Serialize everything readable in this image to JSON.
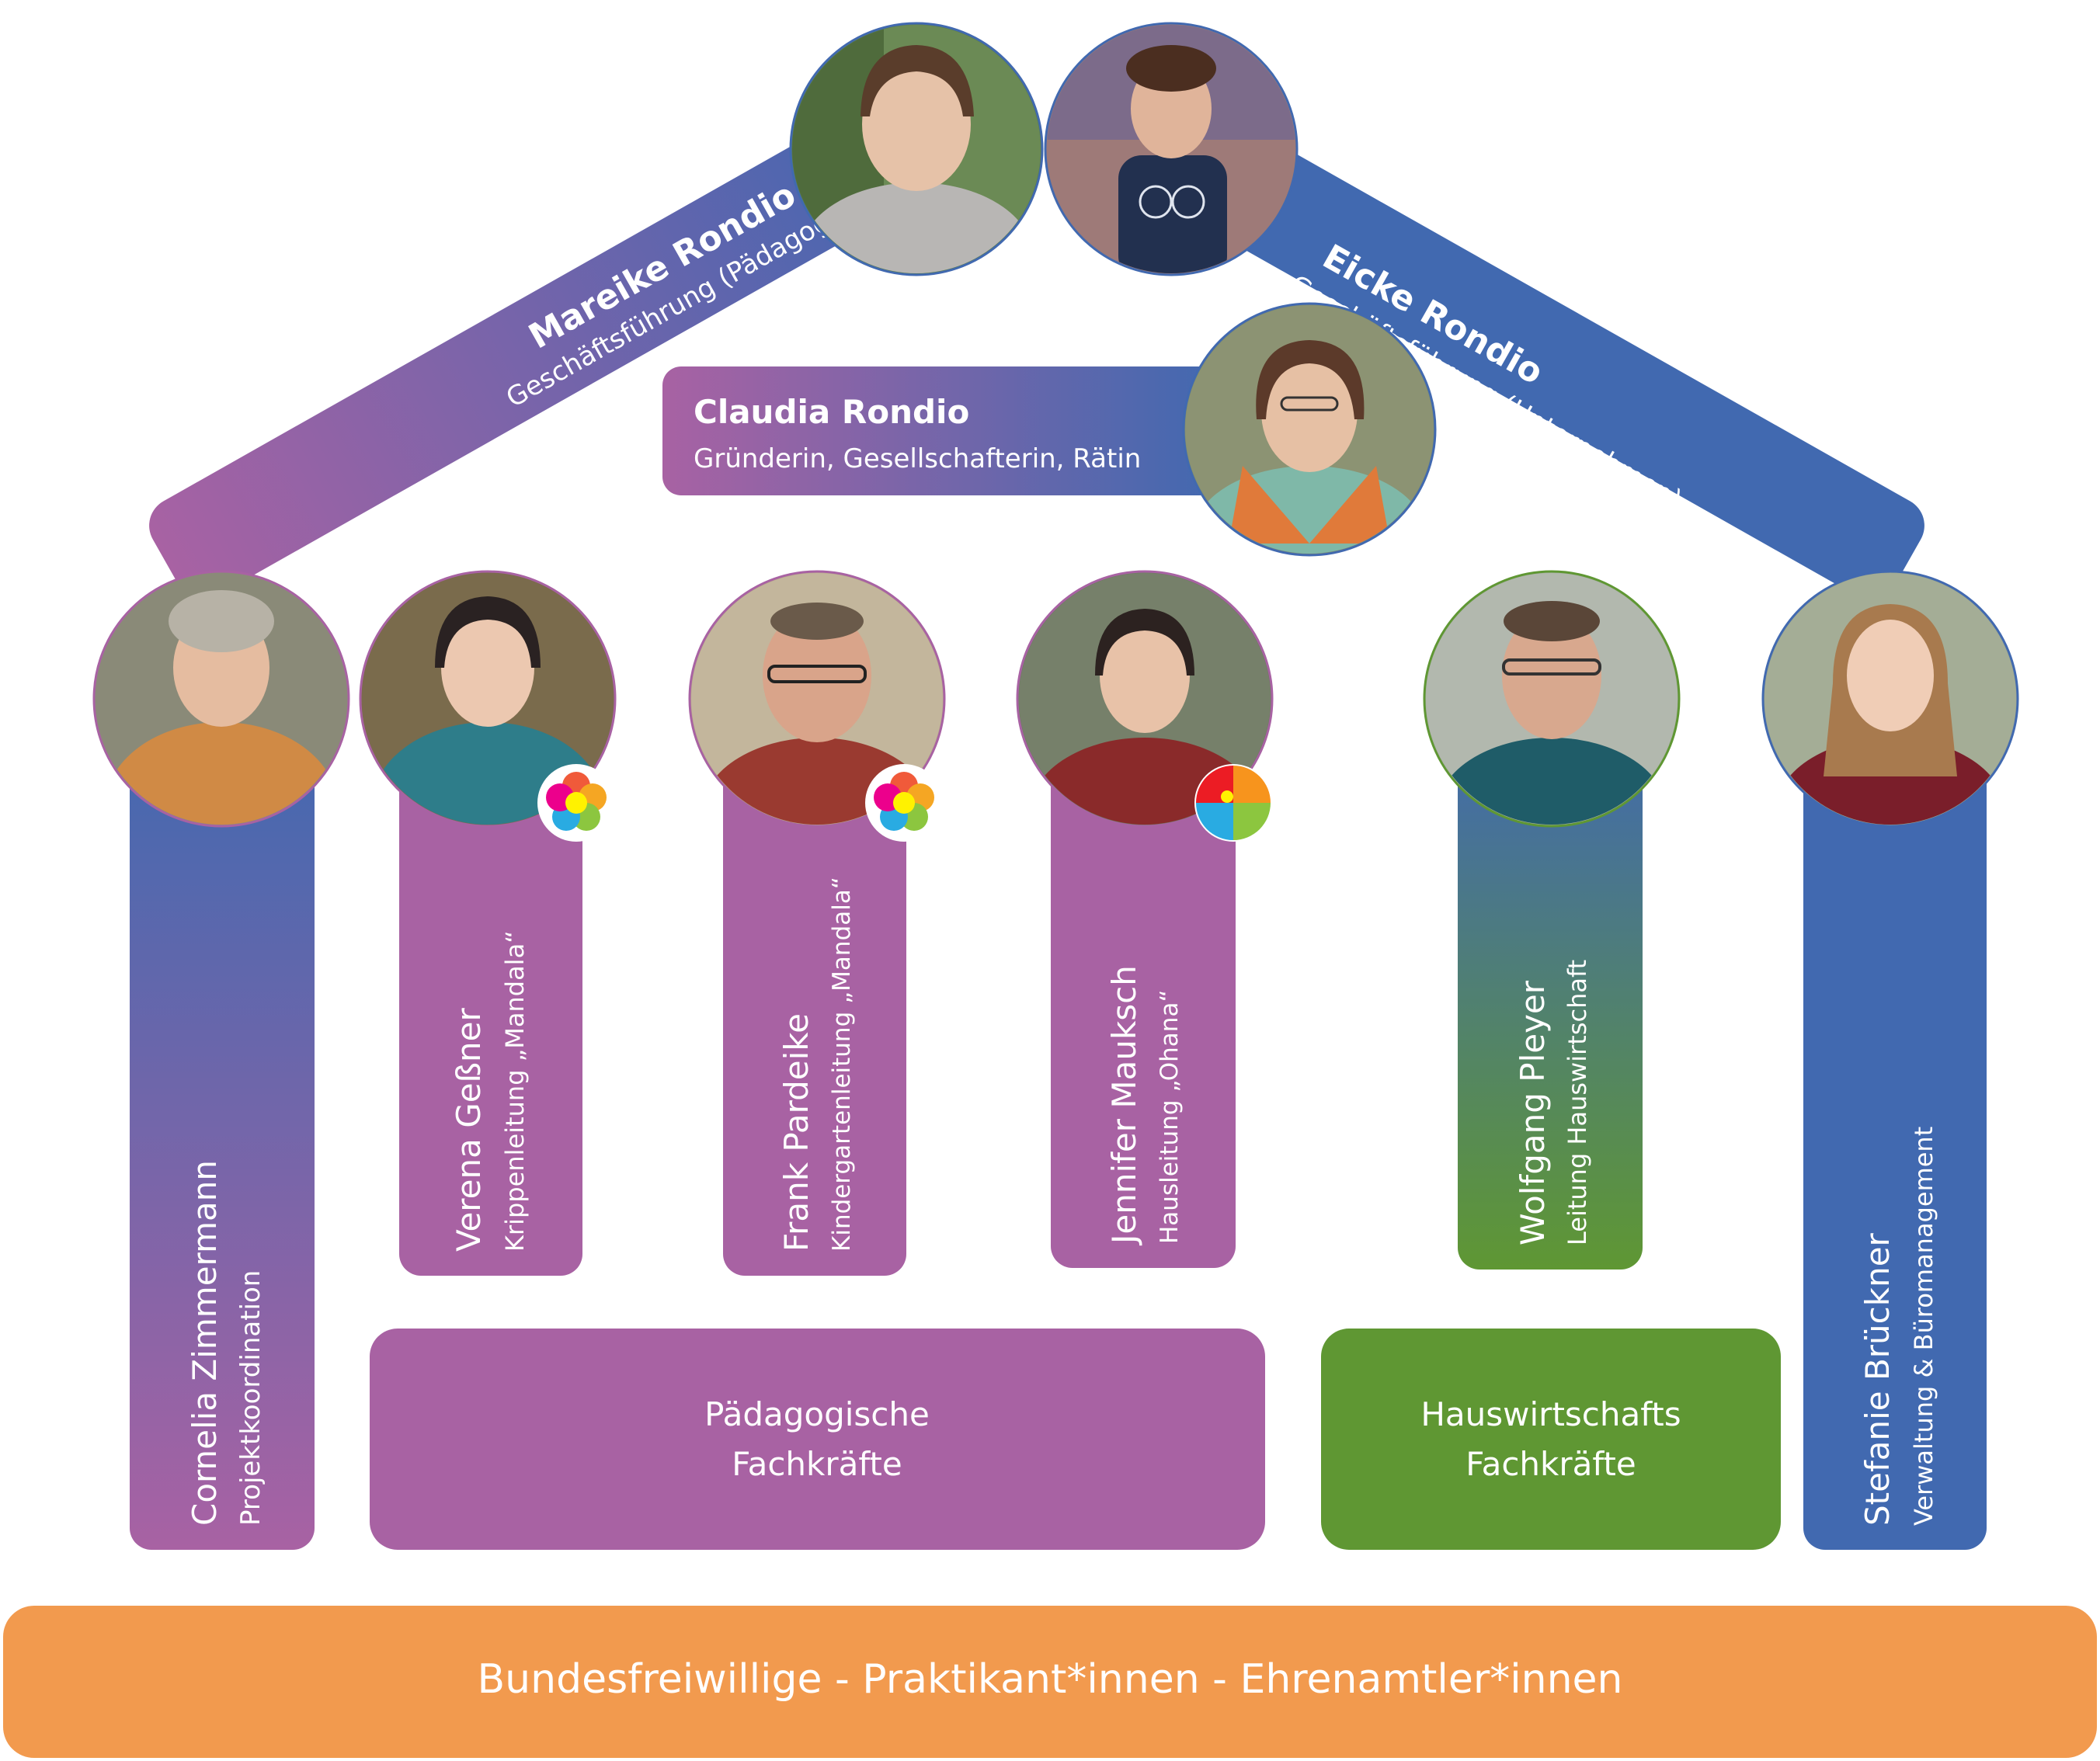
{
  "leadership": {
    "mareike": {
      "name": "Mareike Rondio",
      "role": "Geschäftsführung (Pädagogik)"
    },
    "eicke": {
      "name": "Eicke Rondio",
      "role": "Geschäftsführung (Unternehmen)"
    },
    "claudia": {
      "name": "Claudia Rondio",
      "role": "Gründerin, Gesellschafterin, Rätin"
    }
  },
  "staff": [
    {
      "name": "Cornelia Zimmermann",
      "role": "Projektkoordination"
    },
    {
      "name": "Verena Geßner",
      "role": "Krippenleitung „Mandala“",
      "badge": "mandala-logo"
    },
    {
      "name": "Frank Pardeike",
      "role": "Kindergartenleitung „Mandala“",
      "badge": "mandala-logo"
    },
    {
      "name": "Jennifer Mauksch",
      "role": "Hausleitung „Ohana“",
      "badge": "ohana-logo"
    },
    {
      "name": "Wolfgang Pleyer",
      "role": "Leitung Hauswirtschaft"
    },
    {
      "name": "Stefanie Brückner",
      "role": "Verwaltung & Büromanagement"
    }
  ],
  "groups": {
    "paed": {
      "line1": "Pädagogische",
      "line2": "Fachkräfte"
    },
    "haus": {
      "line1": "Hauswirtschafts",
      "line2": "Fachkräfte"
    }
  },
  "base": {
    "label": "Bundesfreiwillige - Praktikant*innen - Ehrenamtler*innen"
  },
  "colors": {
    "purple": "#A862A3",
    "blue": "#4169B0",
    "green": "#5F9733",
    "orange": "#F29A4E"
  }
}
